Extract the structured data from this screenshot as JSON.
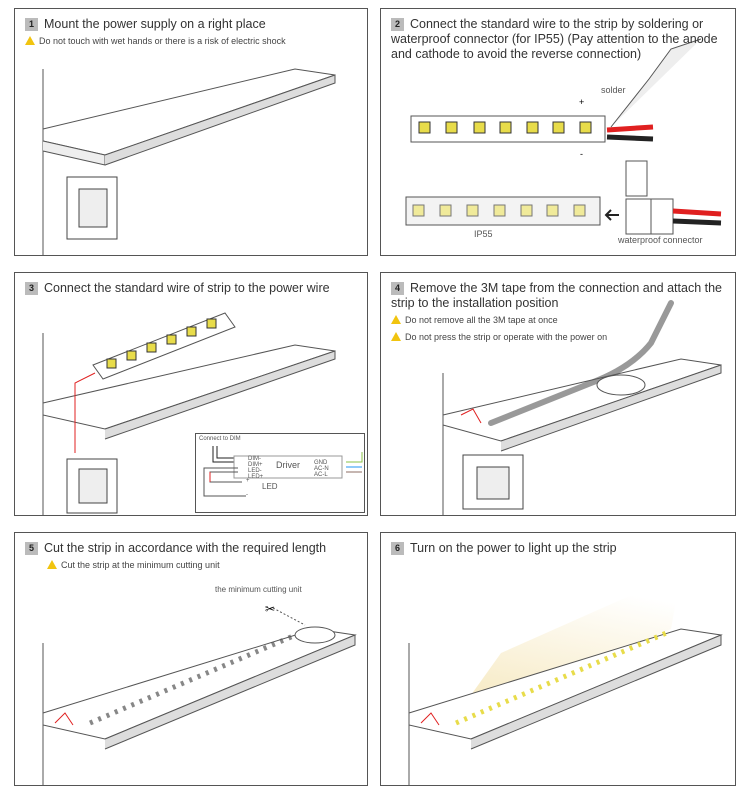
{
  "steps": [
    {
      "number": "1",
      "title": "Mount the power supply on a right place",
      "warnings": [
        "Do not touch with wet hands or there is a risk of electric shock"
      ]
    },
    {
      "number": "2",
      "title": "Connect the standard wire to the strip by soldering or waterproof connector (for IP55) (Pay attention to the anode and cathode to avoid the reverse connection)",
      "labels": {
        "solder": "solder",
        "plus": "+",
        "minus": "-",
        "ip55": "IP55",
        "connector": "waterproof connector"
      }
    },
    {
      "number": "3",
      "title": "Connect the standard wire of strip to the power wire",
      "diagram": {
        "connect_dim": "Connect to DIM",
        "driver": "Driver",
        "led": "LED",
        "dim_minus": "DIM-",
        "dim_plus": "DIM+",
        "led_minus": "LED-",
        "led_plus": "LED+",
        "gnd": "GND",
        "acn": "AC-N",
        "acl": "AC-L",
        "plus": "+",
        "minus": "-"
      }
    },
    {
      "number": "4",
      "title": "Remove the 3M tape from the connection and attach the strip to the installation position",
      "warnings": [
        "Do not remove all the 3M tape at once",
        "Do not press the strip or operate with the power on"
      ]
    },
    {
      "number": "5",
      "title": "Cut the strip in accordance with the required length",
      "warnings": [
        "Cut the strip at the minimum cutting unit"
      ],
      "labels": {
        "cut_unit": "the minimum cutting unit"
      }
    },
    {
      "number": "6",
      "title": "Turn on the power to light up the strip"
    }
  ],
  "colors": {
    "warning": "#f1c40f",
    "led": "#e8dc4a",
    "wire_red": "#e02020",
    "glow": "#f5e6b8"
  }
}
